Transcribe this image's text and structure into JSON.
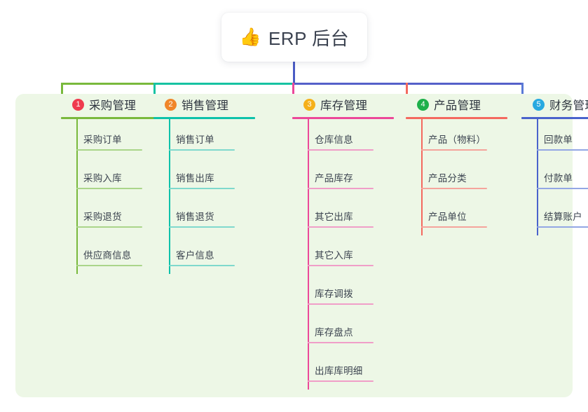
{
  "root": {
    "icon": "thumbs-up-icon",
    "icon_glyph": "👍",
    "title": "ERP 后台"
  },
  "panel": {
    "background_color": "#edf7e6"
  },
  "connector": {
    "stem_color": "#4a5bc4",
    "segment_colors": [
      "#79b93c",
      "#17c3a2",
      "#5560c9"
    ],
    "drop_colors": [
      "#79b93c",
      "#17c3a2",
      "#ec4899",
      "#f4695f",
      "#5a7ad6"
    ]
  },
  "columns": [
    {
      "number": "1",
      "title": "采购管理",
      "badge_color": "#ef3b4e",
      "line_color": "#79b93c",
      "item_line_color": "#aad58a",
      "items": [
        "采购订单",
        "采购入库",
        "采购退货",
        "供应商信息"
      ]
    },
    {
      "number": "2",
      "title": "销售管理",
      "badge_color": "#f0862a",
      "line_color": "#0ec2aa",
      "item_line_color": "#7fd9cd",
      "items": [
        "销售订单",
        "销售出库",
        "销售退货",
        "客户信息"
      ]
    },
    {
      "number": "3",
      "title": "库存管理",
      "badge_color": "#f5b01a",
      "line_color": "#ec4899",
      "item_line_color": "#f09ec8",
      "items": [
        "仓库信息",
        "产品库存",
        "其它出库",
        "其它入库",
        "库存调拨",
        "库存盘点",
        "出库库明细"
      ]
    },
    {
      "number": "4",
      "title": "产品管理",
      "badge_color": "#1eb04b",
      "line_color": "#f4695f",
      "item_line_color": "#f5a49c",
      "items": [
        "产品（物料）",
        "产品分类",
        "产品单位"
      ]
    },
    {
      "number": "5",
      "title": "财务管理",
      "badge_color": "#28a9e0",
      "line_color": "#4a63cc",
      "item_line_color": "#93a7e4",
      "items": [
        "回款单",
        "付款单",
        "结算账户"
      ]
    }
  ]
}
